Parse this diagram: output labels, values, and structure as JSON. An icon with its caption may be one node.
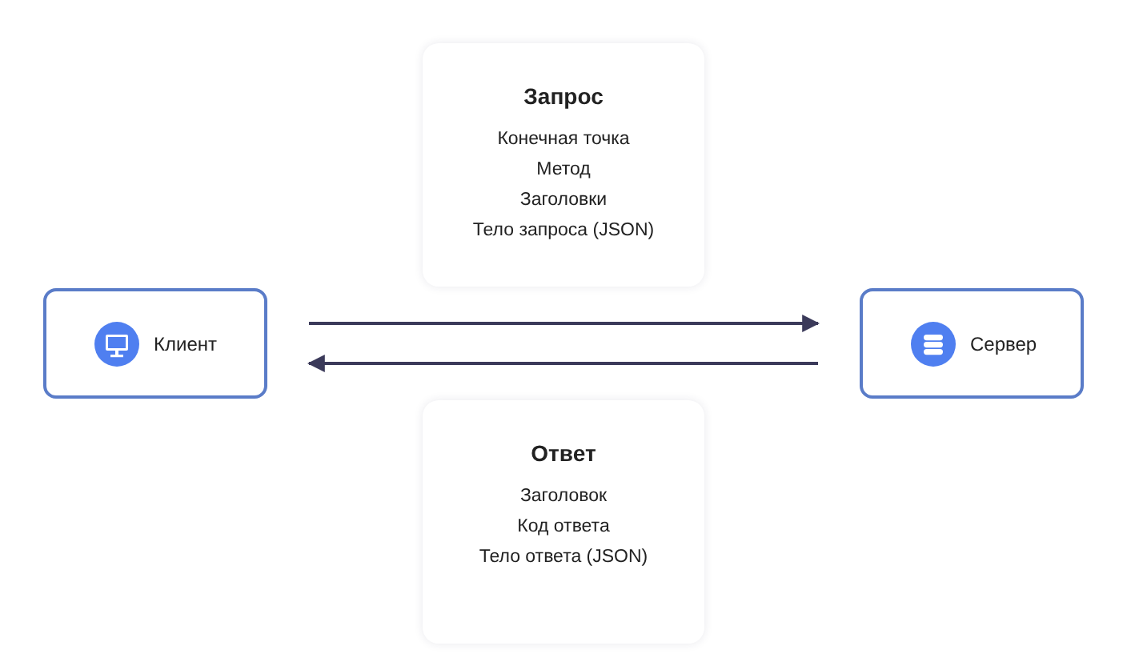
{
  "diagram": {
    "nodes": [
      {
        "text": [
          "Запрос",
          "Конечная точка",
          "Метод",
          "Заголовки",
          "Тело запроса (JSON)"
        ]
      },
      {
        "text": [
          "Клиент"
        ]
      },
      {
        "text": [
          "Сервер"
        ]
      },
      {
        "text": [
          "Ответ",
          "Заголовок",
          "Код ответа",
          "Тело ответа (JSON)"
        ]
      }
    ],
    "edges": [
      {
        "from": 1,
        "to": 2,
        "arrow": "to"
      },
      {
        "from": 2,
        "to": 1,
        "arrow": "to"
      }
    ]
  }
}
